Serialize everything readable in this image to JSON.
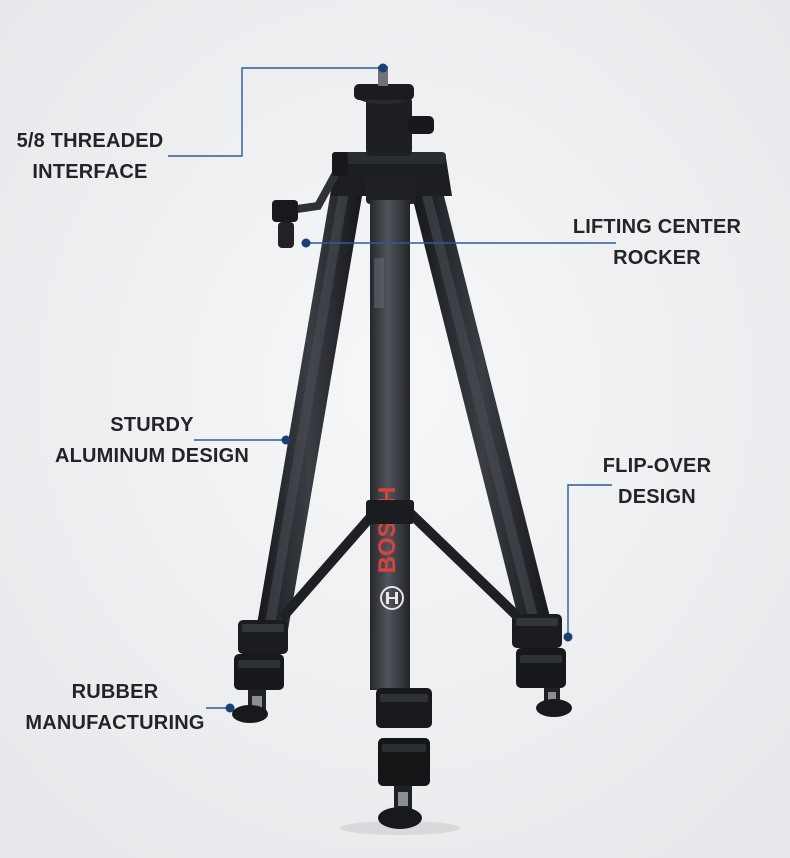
{
  "image": {
    "background": "#eef0f2",
    "subject": "tripod-with-extendable-center-column"
  },
  "brand": {
    "name": "BOSCH",
    "color": "#d9443a"
  },
  "callouts": [
    {
      "id": "threaded",
      "lines": [
        "5/8 THREADED",
        "INTERFACE"
      ]
    },
    {
      "id": "rocker",
      "lines": [
        "LIFTING CENTER",
        "ROCKER"
      ]
    },
    {
      "id": "aluminum",
      "lines": [
        "STURDY",
        "ALUMINUM DESIGN"
      ]
    },
    {
      "id": "flipover",
      "lines": [
        "FLIP-OVER",
        "DESIGN"
      ]
    },
    {
      "id": "rubber",
      "lines": [
        "RUBBER",
        "MANUFACTURING"
      ]
    }
  ],
  "colors": {
    "leader_line": "#2d5a9a",
    "leader_dot": "#1d3f78",
    "label_text": "#222428",
    "tripod_dark": "#1b1d20",
    "tripod_mid": "#2c2f34",
    "tripod_highlight": "#4a4e55"
  }
}
